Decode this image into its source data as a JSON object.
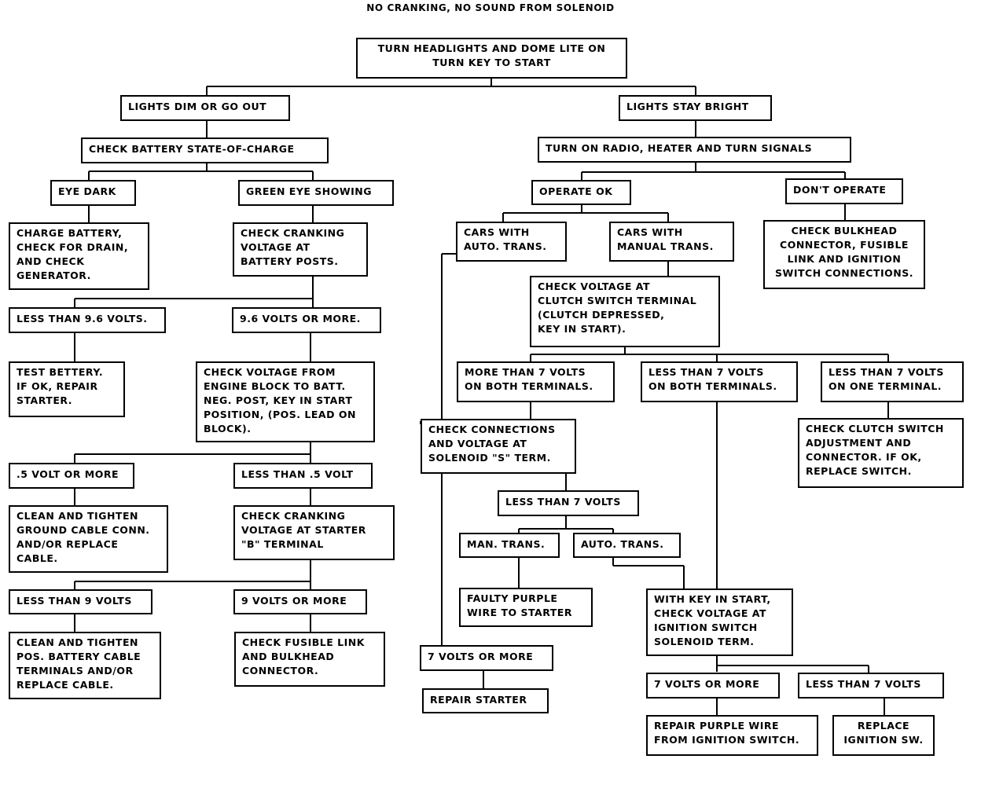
{
  "title": "NO CRANKING, NO SOUND FROM SOLENOID",
  "nodes": {
    "start": "TURN HEADLIGHTS AND DOME LITE ON\nTURN KEY TO START",
    "lights_dim": "LIGHTS DIM OR GO OUT",
    "lights_bright": "LIGHTS STAY BRIGHT",
    "check_battery": "CHECK BATTERY STATE-OF-CHARGE",
    "turn_on_radio": "TURN ON RADIO, HEATER AND TURN SIGNALS",
    "eye_dark": "EYE DARK",
    "green_eye": "GREEN EYE SHOWING",
    "operate_ok": "OPERATE OK",
    "dont_operate": "DON'T OPERATE",
    "charge_battery": "CHARGE BATTERY,\nCHECK FOR DRAIN,\nAND CHECK\nGENERATOR.",
    "check_cranking_posts": "CHECK CRANKING\nVOLTAGE AT\nBATTERY POSTS.",
    "cars_auto": "CARS WITH\nAUTO. TRANS.",
    "cars_manual": "CARS WITH\nMANUAL TRANS.",
    "check_bulkhead": "CHECK BULKHEAD\nCONNECTOR, FUSIBLE\nLINK AND IGNITION\nSWITCH CONNECTIONS.",
    "check_clutch_voltage": "CHECK VOLTAGE AT\nCLUTCH SWITCH TERMINAL\n(CLUTCH DEPRESSED,\nKEY IN START).",
    "less_96": "LESS THAN 9.6 VOLTS.",
    "more_96": "9.6 VOLTS OR MORE.",
    "test_battery": "TEST BETTERY.\nIF OK, REPAIR\nSTARTER.",
    "check_engine_block": "CHECK VOLTAGE FROM\nENGINE BLOCK TO BATT.\nNEG. POST, KEY IN START\nPOSITION, (POS. LEAD ON\nBLOCK).",
    "more7_both": "MORE THAN 7 VOLTS\nON BOTH TERMINALS.",
    "less7_both": "LESS THAN 7 VOLTS\nON BOTH TERMINALS.",
    "less7_one": "LESS THAN 7 VOLTS\nON ONE TERMINAL.",
    "check_solenoid_s": "CHECK CONNECTIONS\nAND VOLTAGE AT\nSOLENOID \"S\" TERM.",
    "check_clutch_adjust": "CHECK CLUTCH SWITCH\nADJUSTMENT AND\nCONNECTOR. IF OK,\nREPLACE SWITCH.",
    "half_volt_more": ".5 VOLT OR MORE",
    "less_half_volt": "LESS THAN .5 VOLT",
    "clean_ground": "CLEAN AND TIGHTEN\nGROUND CABLE CONN.\nAND/OR REPLACE\nCABLE.",
    "check_cranking_b": "CHECK CRANKING\nVOLTAGE AT STARTER\n\"B\" TERMINAL",
    "less7_solenoid": "LESS THAN 7 VOLTS",
    "man_trans": "MAN. TRANS.",
    "auto_trans": "AUTO. TRANS.",
    "less_9": "LESS THAN 9 VOLTS",
    "more_9": "9 VOLTS OR MORE",
    "faulty_purple": "FAULTY PURPLE\nWIRE TO STARTER",
    "with_key": "WITH KEY IN START,\nCHECK VOLTAGE AT\nIGNITION SWITCH\nSOLENOID TERM.",
    "clean_pos": "CLEAN AND TIGHTEN\nPOS. BATTERY CABLE\nTERMINALS AND/OR\nREPLACE CABLE.",
    "check_fusible": "CHECK FUSIBLE LINK\nAND BULKHEAD\nCONNECTOR.",
    "seven_more_left": "7 VOLTS OR MORE",
    "repair_starter": "REPAIR STARTER",
    "seven_more_right": "7 VOLTS OR MORE",
    "less7_final": "LESS THAN 7 VOLTS",
    "repair_purple": "REPAIR PURPLE WIRE\nFROM IGNITION SWITCH.",
    "replace_ignition": "REPLACE\nIGNITION SW."
  }
}
